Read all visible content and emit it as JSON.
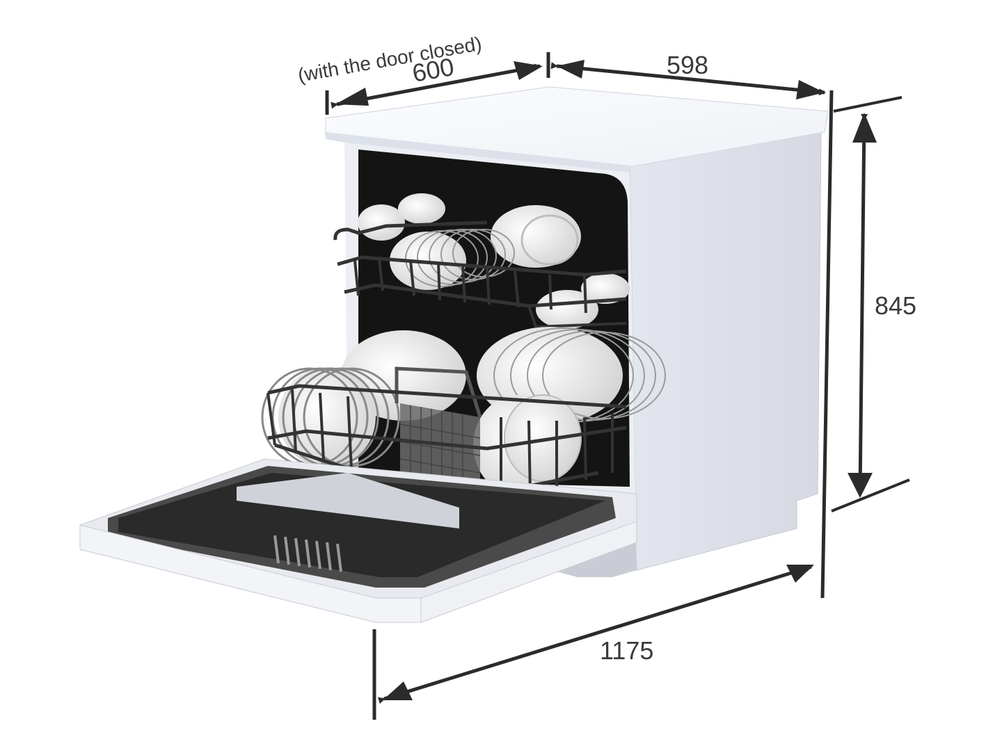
{
  "diagram": {
    "subject": "Freestanding dishwasher with door open",
    "units": "mm",
    "dimensions": {
      "width_door_closed": {
        "value": "600",
        "note": "(with the door closed)"
      },
      "width_body": {
        "value": "598"
      },
      "height": {
        "value": "845"
      },
      "depth_door_open": {
        "value": "1175"
      }
    },
    "colors": {
      "line": "#2b2b2b",
      "text": "#3a3a3a",
      "body": "#e6e8ee",
      "side_panel": "#d9dce5",
      "top": "#f4f6fa",
      "interior": "#151515",
      "rack": "#3a3a3a",
      "dish": "#f2f2f2"
    }
  }
}
